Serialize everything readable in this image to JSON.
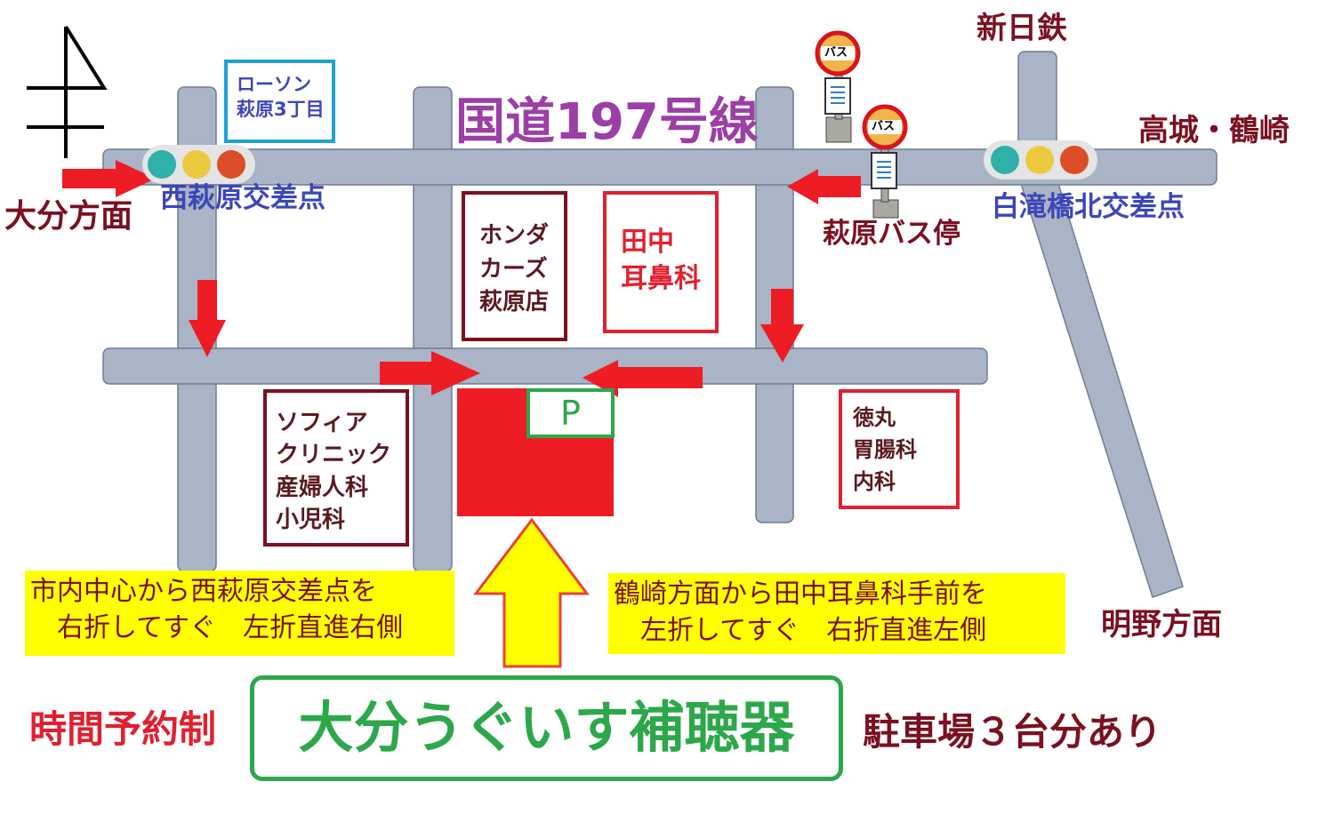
{
  "colors": {
    "road": "#a9b4c6",
    "arrow": "#ee1c24",
    "destination": "#ee1c24",
    "parking": "#2ca84a",
    "highlight": "#ffff00"
  },
  "route_label": "国道197号線",
  "directions": {
    "oita": "大分方面",
    "shinnittetsu": "新日鉄",
    "takajo_tsurusaki": "高城・鶴崎",
    "akeno": "明野方面"
  },
  "intersections": {
    "nishi_hagiwara": "西萩原交差点",
    "shirataki": "白滝橋北交差点"
  },
  "bus": {
    "stop_name": "萩原バス停",
    "sign_text": "バス"
  },
  "landmarks": {
    "lawson": [
      "ローソン",
      "萩原3丁目"
    ],
    "honda": [
      "ホンダ",
      "カーズ",
      "萩原店"
    ],
    "tanaka": [
      "田中",
      "耳鼻科"
    ],
    "sofia": [
      "ソフィア",
      "クリニック",
      "産婦人科",
      "小児科"
    ],
    "tokumaru": [
      "徳丸",
      "胃腸科",
      "内科"
    ]
  },
  "parking_label": "P",
  "notes": {
    "left": [
      "市内中心から西萩原交差点を",
      "右折してすぐ　左折直進右側"
    ],
    "right": [
      "鶴崎方面から田中耳鼻科手前を",
      "左折してすぐ　右折直進左側"
    ]
  },
  "footer": {
    "reservation": "時間予約制",
    "shop_name": "大分うぐいす補聴器",
    "parking_info": "駐車場３台分あり"
  }
}
